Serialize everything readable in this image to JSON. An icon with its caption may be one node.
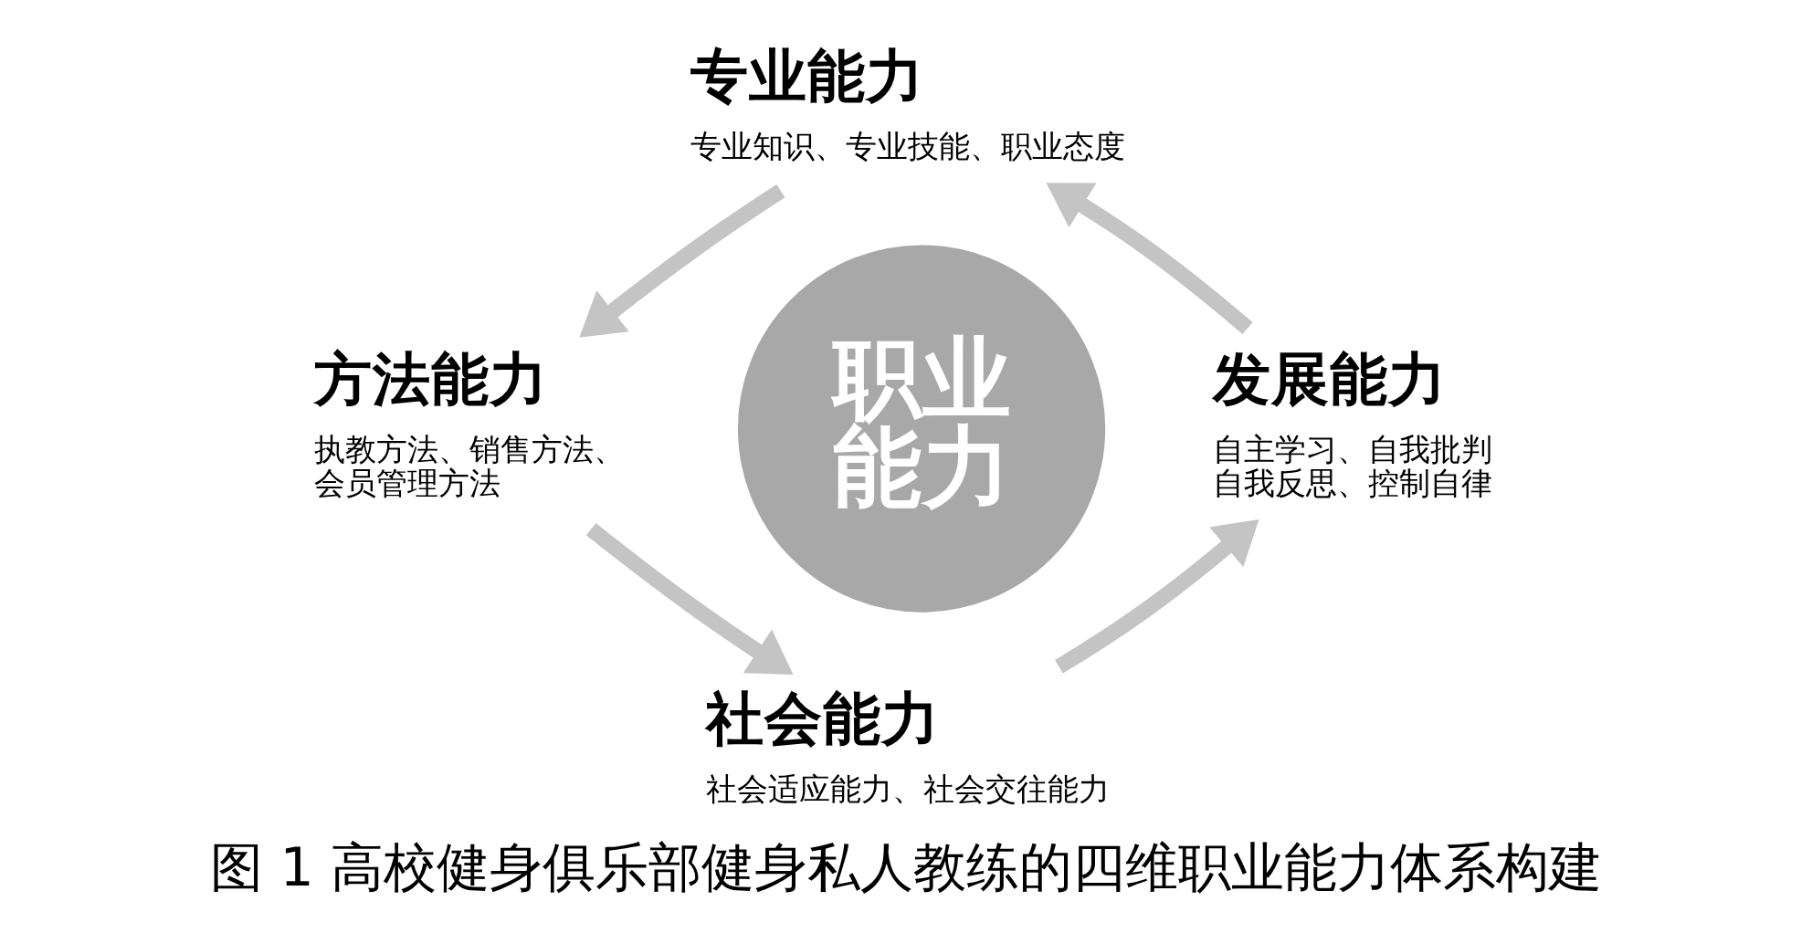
{
  "diagram": {
    "caption": "图 1 高校健身俱乐部健身私人教练的四维职业能力体系构建",
    "nodes": [
      {
        "text": [
          "专业能力",
          "专业知识、专业技能、职业态度"
        ]
      },
      {
        "text": [
          "方法能力",
          "执教方法、销售方法、会员管理方法"
        ]
      },
      {
        "text": [
          "职业能力"
        ]
      },
      {
        "text": [
          "发展能力",
          "自主学习、自我批判自我反思、控制自律"
        ]
      },
      {
        "text": [
          "社会能力",
          "社会适应能力、社会交往能力"
        ]
      }
    ],
    "edges": [
      {
        "from": 0,
        "to": 1,
        "arrow": "to"
      },
      {
        "from": 1,
        "to": 4,
        "arrow": "to"
      },
      {
        "from": 4,
        "to": 3,
        "arrow": "to"
      },
      {
        "from": 3,
        "to": 0,
        "arrow": "to"
      }
    ]
  }
}
